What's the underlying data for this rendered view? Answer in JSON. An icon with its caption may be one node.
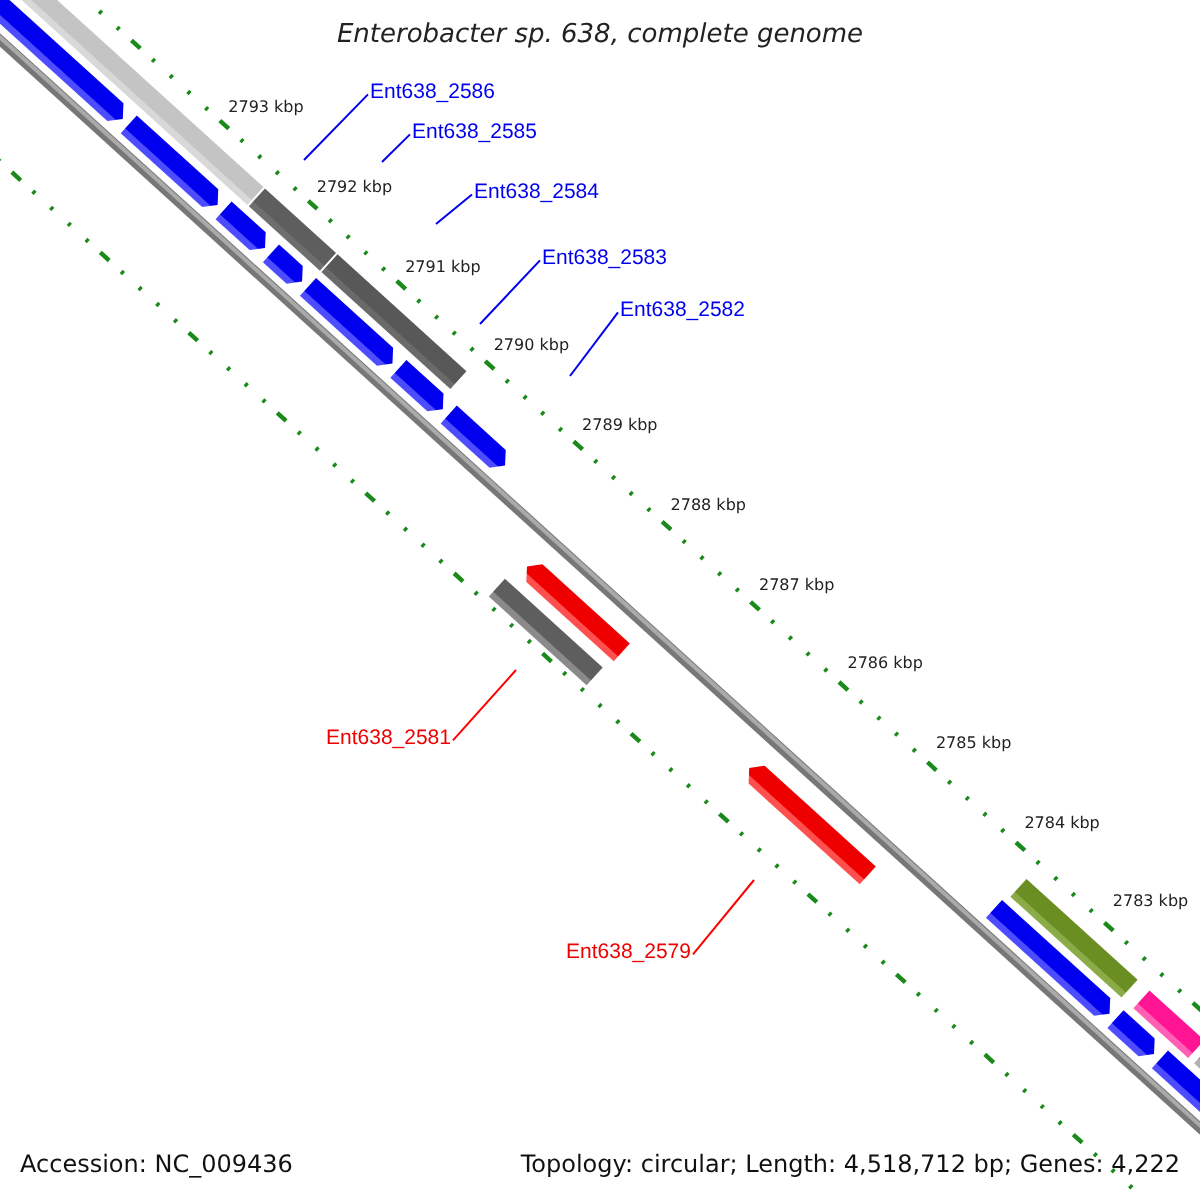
{
  "diagram": {
    "title": "Enterobacter sp. 638, complete genome",
    "nodes": [
      {
        "text": [
          "Ent638_2586"
        ]
      },
      {
        "text": [
          "Ent638_2585"
        ]
      },
      {
        "text": [
          "Ent638_2584"
        ]
      },
      {
        "text": [
          "Ent638_2583"
        ]
      },
      {
        "text": [
          "Ent638_2582"
        ]
      },
      {
        "text": [
          "Ent638_2581"
        ]
      },
      {
        "text": [
          "Ent638_2579"
        ]
      }
    ],
    "edges": [
      {
        "from": 0,
        "to": null,
        "arrow": "none"
      },
      {
        "from": 1,
        "to": null,
        "arrow": "none"
      },
      {
        "from": 2,
        "to": null,
        "arrow": "none"
      },
      {
        "from": 3,
        "to": null,
        "arrow": "none"
      },
      {
        "from": 4,
        "to": null,
        "arrow": "none"
      },
      {
        "from": 5,
        "to": null,
        "arrow": "none",
        "color": "#ff0000"
      },
      {
        "from": 6,
        "to": null,
        "arrow": "none",
        "color": "#ff0000"
      }
    ],
    "labels": [
      "2793 kbp",
      "2792 kbp",
      "2791 kbp",
      "2790 kbp",
      "2789 kbp",
      "2788 kbp",
      "2787 kbp",
      "2786 kbp",
      "2785 kbp",
      "2784 kbp",
      "2783 kbp",
      "Accession: NC_009436",
      "Topology: circular; Length: 4,518,712 bp; Genes: 4,222"
    ]
  }
}
